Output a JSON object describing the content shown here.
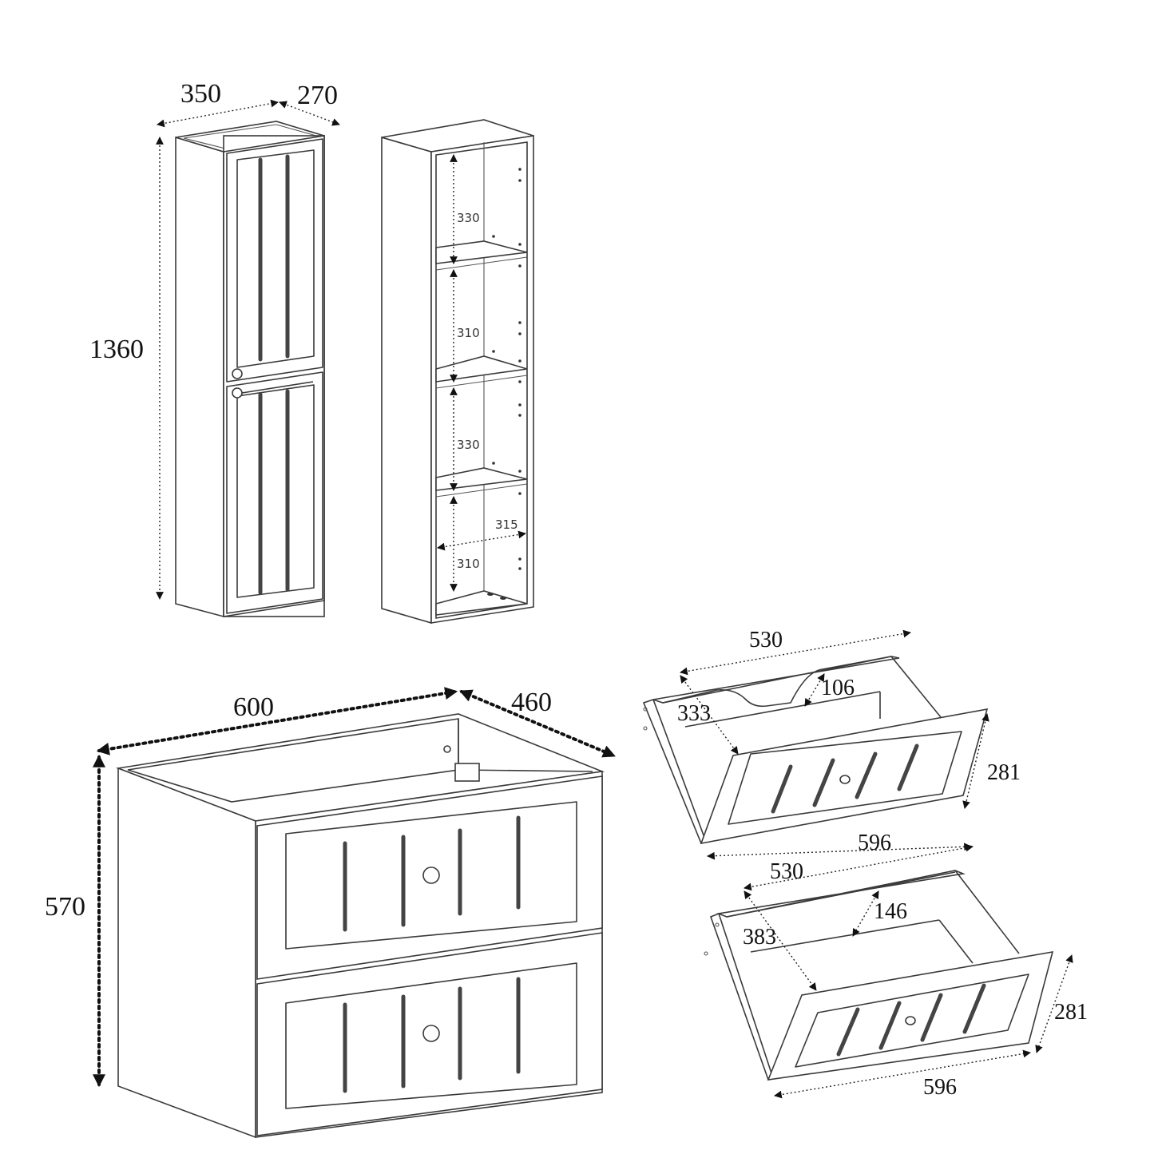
{
  "tall_cabinet": {
    "width": "350",
    "depth": "270",
    "height": "1360",
    "shelf_heights": [
      "330",
      "310",
      "330",
      "310"
    ],
    "inner_depth": "315"
  },
  "vanity_unit": {
    "width": "600",
    "depth": "460",
    "height": "570"
  },
  "top_drawer": {
    "inner_width": "530",
    "inner_depth": "333",
    "cutout_depth": "106",
    "front_height": "281",
    "front_width": "596"
  },
  "bottom_drawer": {
    "inner_width": "530",
    "inner_depth": "383",
    "side_height": "146",
    "front_height": "281",
    "front_width": "596"
  },
  "colors": {
    "line": "#3a3a3a",
    "text": "#111111",
    "background": "#ffffff"
  }
}
